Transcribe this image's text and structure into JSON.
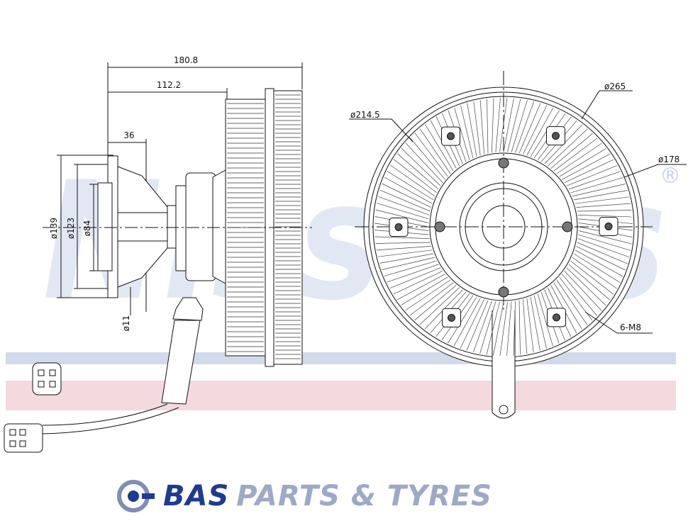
{
  "watermark": {
    "text": "Nissens",
    "registered_mark": "®"
  },
  "dimensions": {
    "overall_length": "180.8",
    "body_length": "112.2",
    "flange_thickness": "36",
    "flange_diameter": "ø139",
    "bolt_circle_diameter": "ø123",
    "pilot_diameter": "ø84",
    "hole_diameter": "ø11",
    "fan_outer_diameter": "ø265",
    "fan_inner_diameter": "ø214.5",
    "bolt_pattern_diameter": "ø178",
    "thread_spec": "6-M8"
  },
  "footer": {
    "brand_primary": "BAS",
    "brand_secondary": "PARTS & TYRES"
  },
  "colors": {
    "stripe_blue": "#c9d3e6",
    "stripe_pink": "#f2d3da",
    "watermark": "#dfe5f0",
    "brand": "#1f3a93",
    "line": "#111111"
  }
}
